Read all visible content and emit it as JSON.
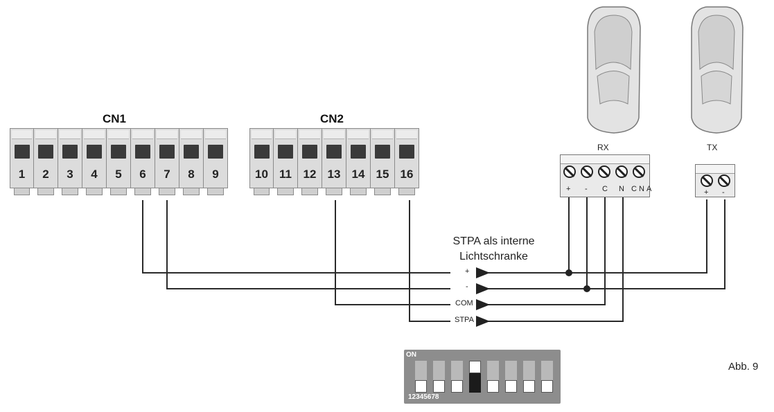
{
  "blocks": {
    "cn1": {
      "label": "CN1",
      "terminals": [
        "1",
        "2",
        "3",
        "4",
        "5",
        "6",
        "7",
        "8",
        "9"
      ]
    },
    "cn2": {
      "label": "CN2",
      "terminals": [
        "10",
        "11",
        "12",
        "13",
        "14",
        "15",
        "16"
      ]
    }
  },
  "photocells": {
    "rx": {
      "label": "RX",
      "pins": [
        "+",
        "-",
        "C",
        "N",
        "C",
        "N",
        "A"
      ]
    },
    "tx": {
      "label": "TX",
      "pins": [
        "+",
        "-"
      ]
    }
  },
  "caption": {
    "line1": "STPA als interne",
    "line2": "Lichtschranke"
  },
  "signals": [
    "+",
    "-",
    "COM",
    "STPA"
  ],
  "dip_switch": {
    "on_label": "ON",
    "numbers": "12345678",
    "states": [
      false,
      false,
      false,
      true,
      false,
      false,
      false,
      false
    ]
  },
  "figure_label": "Abb. 9",
  "colors": {
    "wire": "#2a2a2a",
    "terminal": "#dcdcdc",
    "screw": "#3a3a3a",
    "dip_body": "#8d8d8d"
  }
}
